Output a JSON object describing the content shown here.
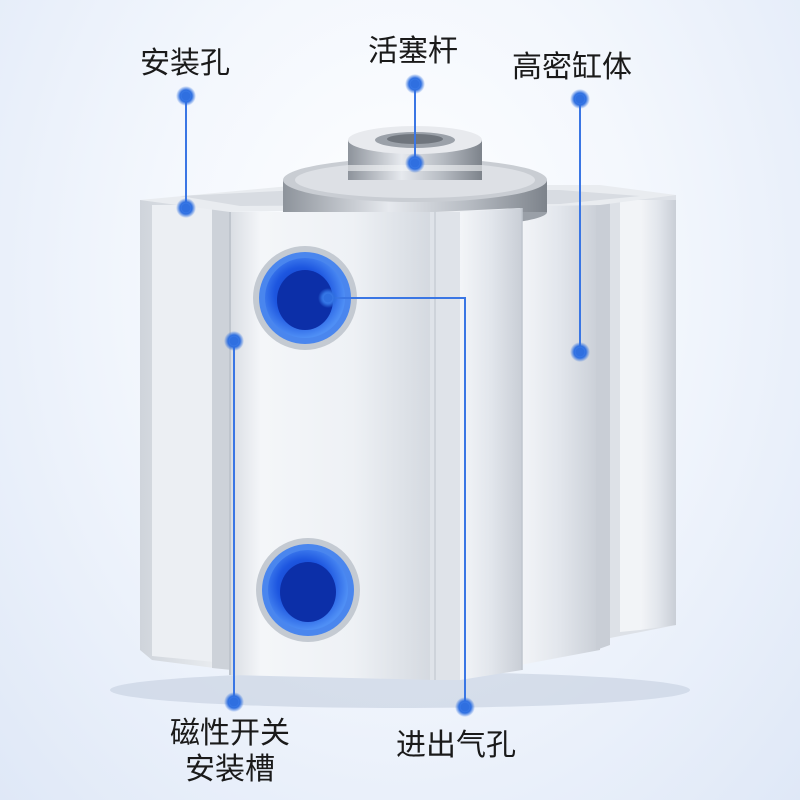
{
  "labels": {
    "mounting_hole": "安装孔",
    "piston_rod": "活塞杆",
    "high_density_body": "高密缸体",
    "magnetic_switch_slot_line1": "磁性开关",
    "magnetic_switch_slot_line2": "安装槽",
    "air_inlet": "进出气孔"
  },
  "colors": {
    "callout_blue": "#2f6fe0",
    "port_blue": "#1f5fe8",
    "body_silver": "#e4e7ec"
  }
}
